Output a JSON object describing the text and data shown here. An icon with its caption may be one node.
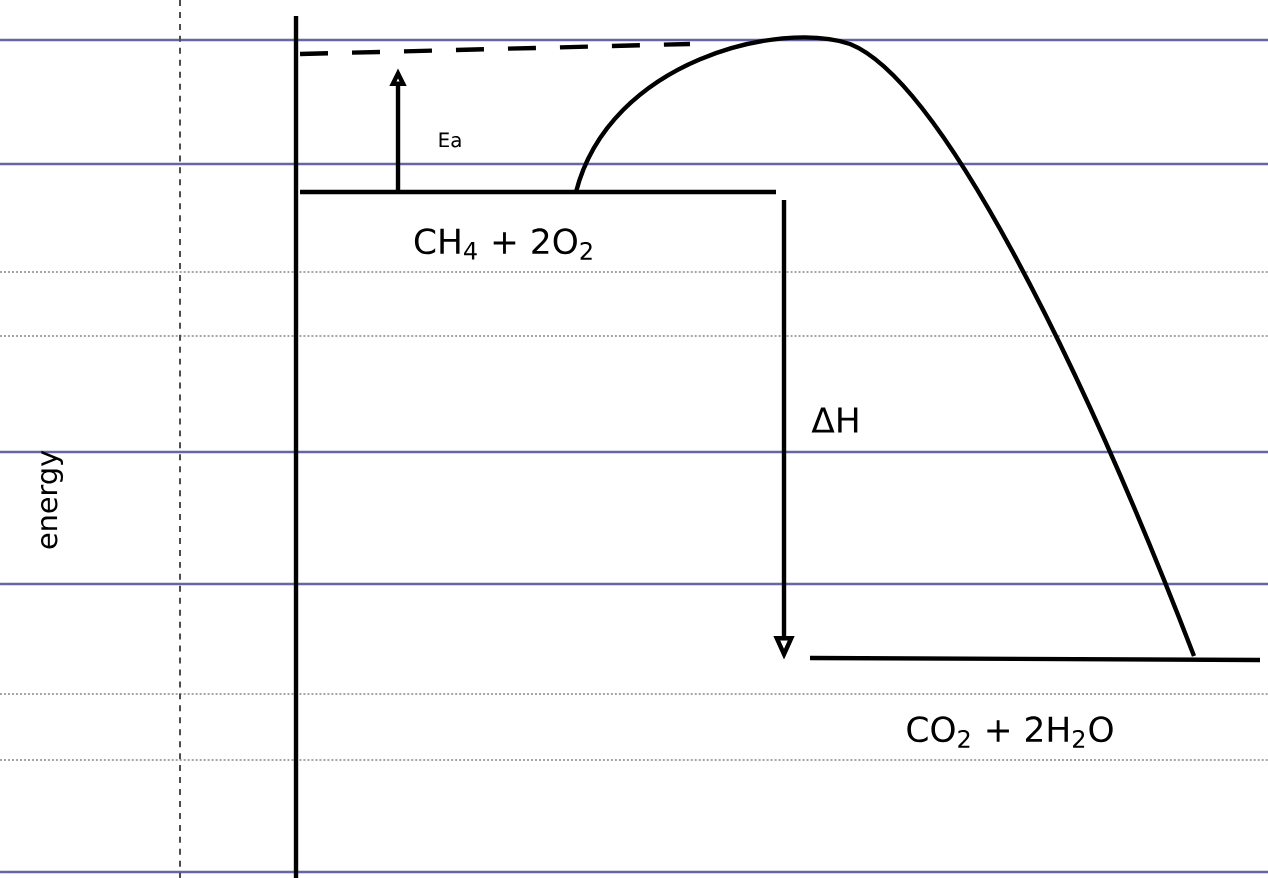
{
  "diagram": {
    "labels": [
      "energy",
      "Ea",
      "CH$_{4}$ + 2O$_{2}$",
      "ΔH",
      "CO$_{2}$ + 2H$_{2}$O"
    ]
  }
}
